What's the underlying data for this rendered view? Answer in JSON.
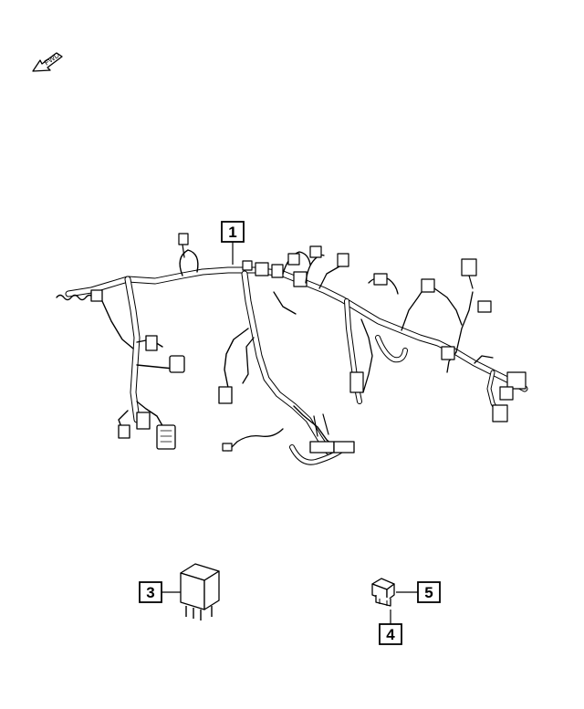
{
  "direction_indicator": {
    "label": "FWD"
  },
  "callouts": [
    {
      "id": "1",
      "label": "1",
      "part": "wiring-harness"
    },
    {
      "id": "3",
      "label": "3",
      "part": "relay"
    },
    {
      "id": "4",
      "label": "4",
      "part": "fuse"
    },
    {
      "id": "5",
      "label": "5",
      "part": "fuse"
    }
  ]
}
